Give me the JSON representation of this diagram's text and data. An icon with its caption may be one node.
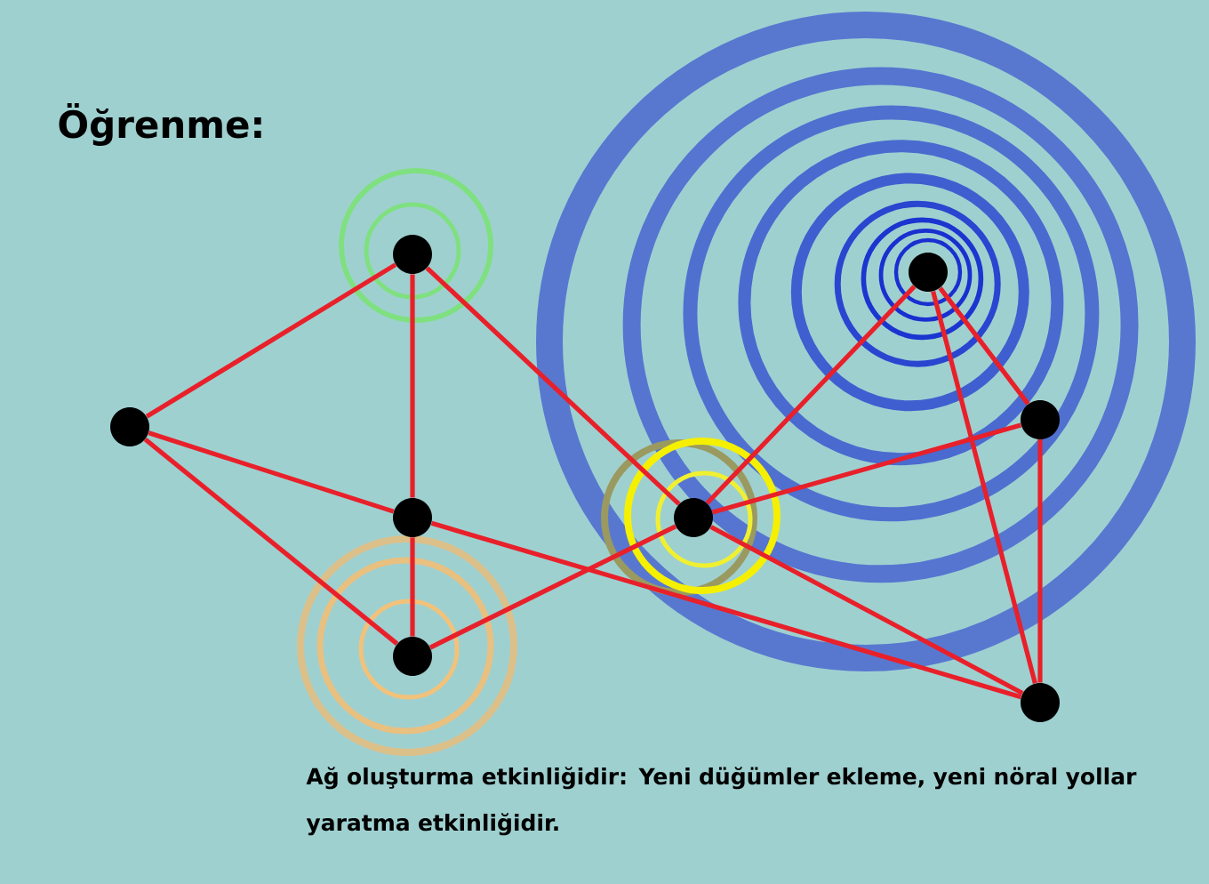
{
  "diagram": {
    "title": "Öğrenme:",
    "nodes": [
      {
        "text": [],
        "shape": "circle"
      },
      {
        "text": [],
        "shape": "circle"
      },
      {
        "text": [],
        "shape": "circle"
      },
      {
        "text": [],
        "shape": "circle"
      },
      {
        "text": [],
        "shape": "circle"
      },
      {
        "text": [],
        "shape": "circle"
      },
      {
        "text": [],
        "shape": "circle"
      },
      {
        "text": [],
        "shape": "circle"
      }
    ],
    "edges": [
      {
        "from": 0,
        "to": 1,
        "arrow": "none"
      },
      {
        "from": 0,
        "to": 2,
        "arrow": "none"
      },
      {
        "from": 0,
        "to": 4,
        "arrow": "none"
      },
      {
        "from": 1,
        "to": 2,
        "arrow": "none"
      },
      {
        "from": 1,
        "to": 3,
        "arrow": "none"
      },
      {
        "from": 2,
        "to": 3,
        "arrow": "none"
      },
      {
        "from": 2,
        "to": 7,
        "arrow": "none"
      },
      {
        "from": 3,
        "to": 4,
        "arrow": "none"
      },
      {
        "from": 4,
        "to": 5,
        "arrow": "none"
      },
      {
        "from": 4,
        "to": 6,
        "arrow": "none"
      },
      {
        "from": 4,
        "to": 7,
        "arrow": "none"
      },
      {
        "from": 5,
        "to": 6,
        "arrow": "none"
      },
      {
        "from": 5,
        "to": 7,
        "arrow": "none"
      },
      {
        "from": 6,
        "to": 7,
        "arrow": "none"
      }
    ],
    "labels": [
      "Ağ oluşturma etkinliğidir: Yeni düğümler ekleme, yeni nöral yollar yaratma etkinliğidir."
    ]
  }
}
